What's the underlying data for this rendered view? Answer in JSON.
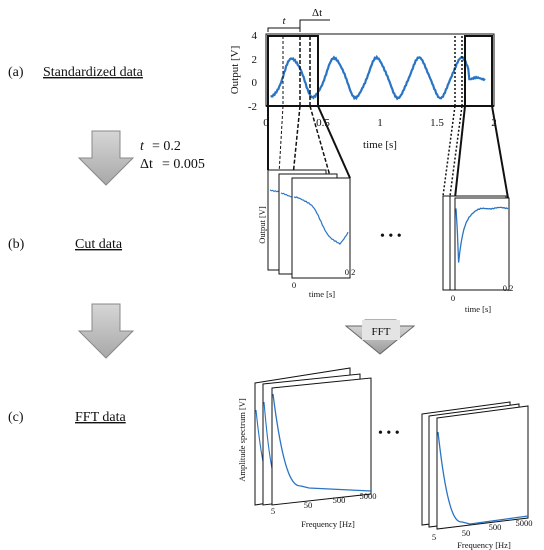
{
  "steps": [
    {
      "letter": "(a)",
      "title": "Standardized data"
    },
    {
      "letter": "(b)",
      "title": "Cut data"
    },
    {
      "letter": "(c)",
      "title": "FFT data"
    }
  ],
  "params": {
    "t_sym": "t",
    "t_val": "= 0.2",
    "dt_sym": "Δt",
    "dt_val": "= 0.005"
  },
  "bracket_labels": {
    "t": "t",
    "dt": "Δt"
  },
  "fft_label": "FFT",
  "ellipsis": "• • •",
  "main_chart": {
    "ylabel": "Output [V]",
    "xlabel": "time [s]",
    "yticks": [
      "4",
      "2",
      "0",
      "-2"
    ],
    "xticks": [
      "0",
      "0.5",
      "1",
      "1.5",
      "2"
    ],
    "line_color": "#2a74c4"
  },
  "cut_panel": {
    "ylabel": "Output [V]",
    "xlabel": "time [s]",
    "xticks": [
      "0",
      "0.2"
    ]
  },
  "fft_panel": {
    "ylabel": "Amplitude spectrum [V]",
    "xlabel": "Frequency [Hz]",
    "xticks": [
      "5",
      "50",
      "500",
      "5000"
    ]
  }
}
